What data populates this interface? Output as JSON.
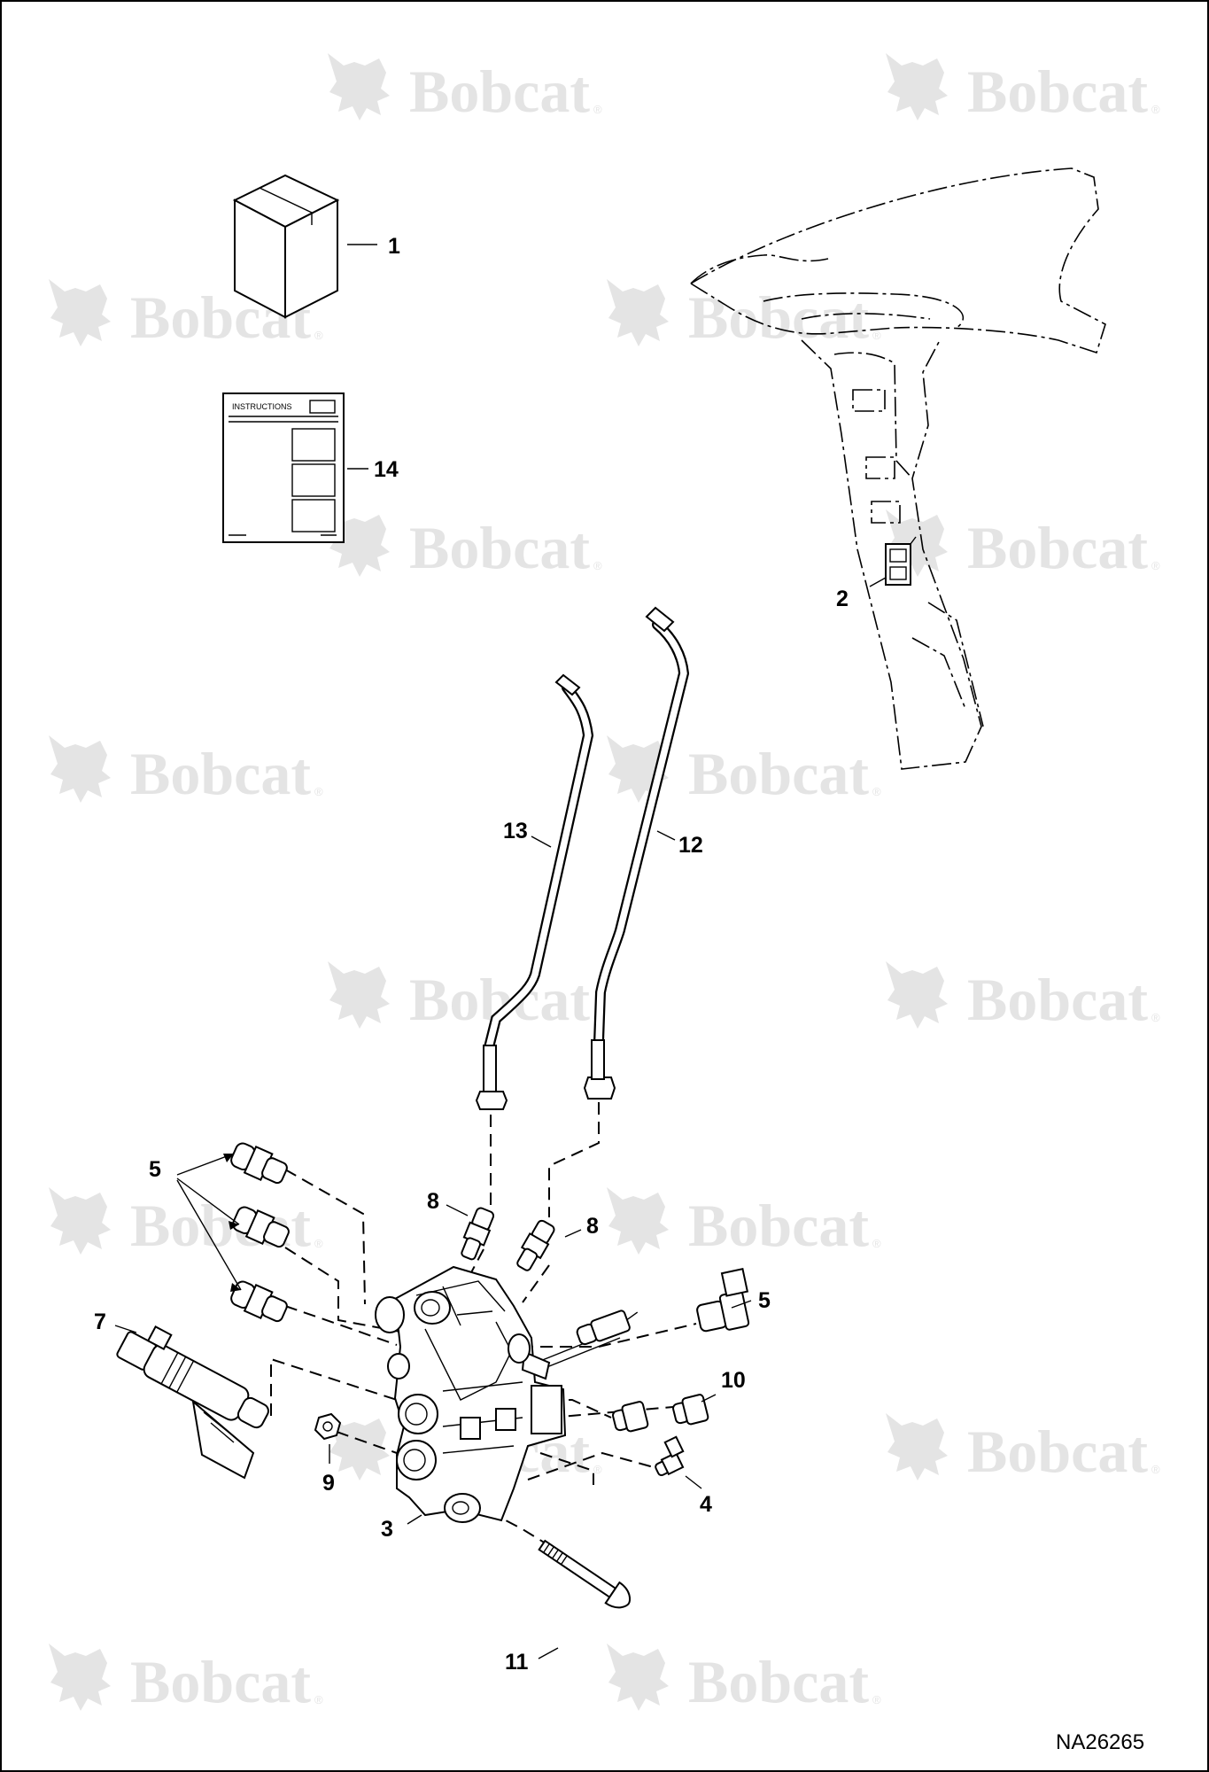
{
  "watermark": {
    "brand": "Bobcat",
    "registered": "®"
  },
  "document": {
    "number": "NA26265"
  },
  "booklet": {
    "title": "INSTRUCTIONS"
  },
  "callouts": [
    {
      "label": "1"
    },
    {
      "label": "14"
    },
    {
      "label": "2"
    },
    {
      "label": "13"
    },
    {
      "label": "12"
    },
    {
      "label": "5"
    },
    {
      "label": "8"
    },
    {
      "label": "8"
    },
    {
      "label": "7"
    },
    {
      "label": "5"
    },
    {
      "label": "10"
    },
    {
      "label": "9"
    },
    {
      "label": "4"
    },
    {
      "label": "3"
    },
    {
      "label": "11"
    }
  ]
}
